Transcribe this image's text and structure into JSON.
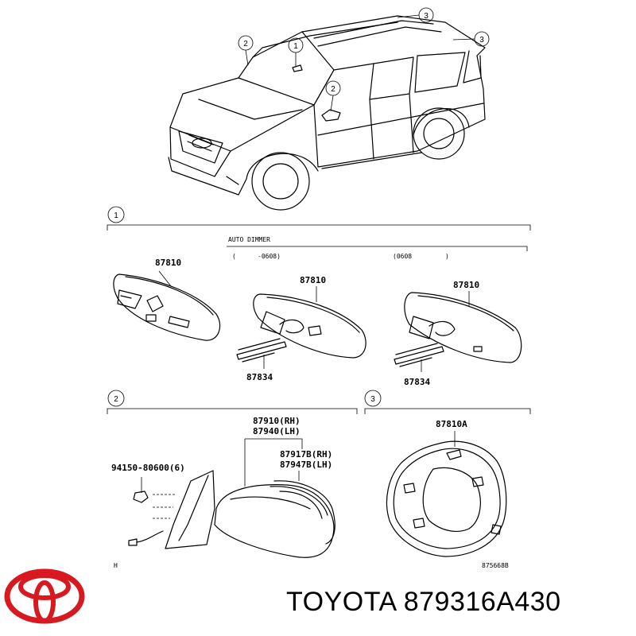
{
  "callouts": {
    "c1": "1",
    "c2": "2",
    "c3": "3"
  },
  "section1": {
    "header": "AUTO DIMMER",
    "range_left": "-0608)",
    "range_right": "(0608",
    "paren_open": "(",
    "paren_close": ")",
    "part_a": "87810",
    "part_b": "87810",
    "part_c": "87810",
    "bracket_b": "87834",
    "bracket_c": "87834"
  },
  "section2": {
    "mirror_rh": "87910(RH)",
    "mirror_lh": "87940(LH)",
    "glass_rh": "87917B(RH)",
    "glass_lh": "87947B(LH)",
    "screw": "94150-80600(6)",
    "marker": "H"
  },
  "section3": {
    "part": "87810A",
    "figure_code": "875668B"
  },
  "footer": {
    "brand": "TOYOTA",
    "part_number": "879316A430",
    "logo_color": "#d71920"
  }
}
